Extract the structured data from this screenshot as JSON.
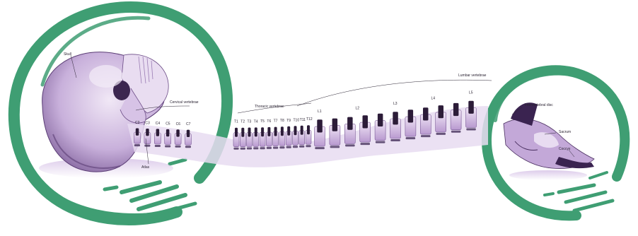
{
  "colors": {
    "ring_green": "#3f9e73",
    "bone_light": "#e6d9ef",
    "bone_mid": "#b79bd0",
    "bone_dark": "#2c1c38",
    "label_ink": "#2b2433"
  },
  "labels": {
    "skull": "Skull",
    "cervical": "Cervical vertebrae",
    "atlas": "Atlas",
    "thoracic": "Thoracic vertebrae",
    "lumbar": "Lumbar vertebrae",
    "intervertebral_disc": "Intervertebral disc",
    "sacrum": "Sacrum",
    "coccyx": "Coccyx"
  },
  "vertebra_labels": {
    "cervical": [
      "C2",
      "C3",
      "C4",
      "C5",
      "C6",
      "C7"
    ],
    "thoracic": [
      "T1",
      "T2",
      "T3",
      "T4",
      "T5",
      "T6",
      "T7",
      "T8",
      "T9",
      "T10",
      "T11",
      "T12"
    ],
    "lumbar": [
      "L1",
      "L2",
      "L3",
      "L4",
      "L5"
    ]
  }
}
